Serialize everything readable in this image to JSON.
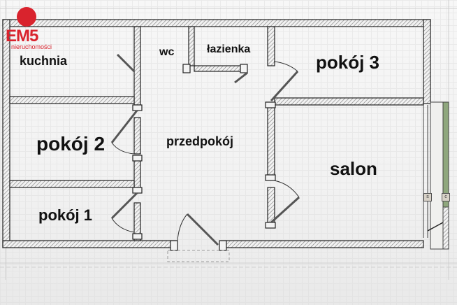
{
  "logo": {
    "brand": "EM5",
    "subtitle": "nieruchomości",
    "color": "#d9232d"
  },
  "rooms": [
    {
      "id": "kuchnia",
      "label": "kuchnia"
    },
    {
      "id": "wc",
      "label": "wc"
    },
    {
      "id": "lazienka",
      "label": "łazienka"
    },
    {
      "id": "pokoj3",
      "label": "pokój 3"
    },
    {
      "id": "pokoj2",
      "label": "pokój 2"
    },
    {
      "id": "przedpokoj",
      "label": "przedpokój"
    },
    {
      "id": "salon",
      "label": "salon"
    },
    {
      "id": "pokoj1",
      "label": "pokój 1"
    }
  ],
  "balcony_tags": [
    "s",
    "c"
  ],
  "colors": {
    "wall": "#222222",
    "hatch": "#9a9a9a",
    "balcony": "#7d9a6a"
  }
}
